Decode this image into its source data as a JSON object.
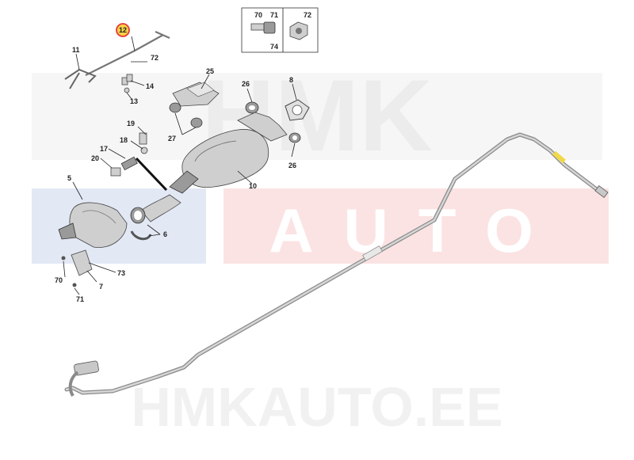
{
  "watermark": {
    "logo_top": "HMK",
    "logo_bottom": "AUTO",
    "site": "HMKAUTO.EE"
  },
  "highlight": {
    "label": "12",
    "color": "#e53935",
    "fill": "#f7d046"
  },
  "callouts": [
    "11",
    "72",
    "14",
    "13",
    "25",
    "26",
    "8",
    "19",
    "18",
    "17",
    "20",
    "27",
    "5",
    "10",
    "26",
    "6",
    "73",
    "70",
    "7",
    "71",
    "70",
    "71",
    "72",
    "74"
  ],
  "hardware_box": {
    "bolt_label_a": "70",
    "bolt_label_b": "71",
    "bolt_label_c": "74",
    "nut_label": "72"
  },
  "colors": {
    "tube": "#b9b9b9",
    "tube_stripe": "#f0d84a",
    "watermark_red": "#fbe3e3",
    "watermark_blue": "#e3e8f5",
    "watermark_gray": "#ececec"
  }
}
